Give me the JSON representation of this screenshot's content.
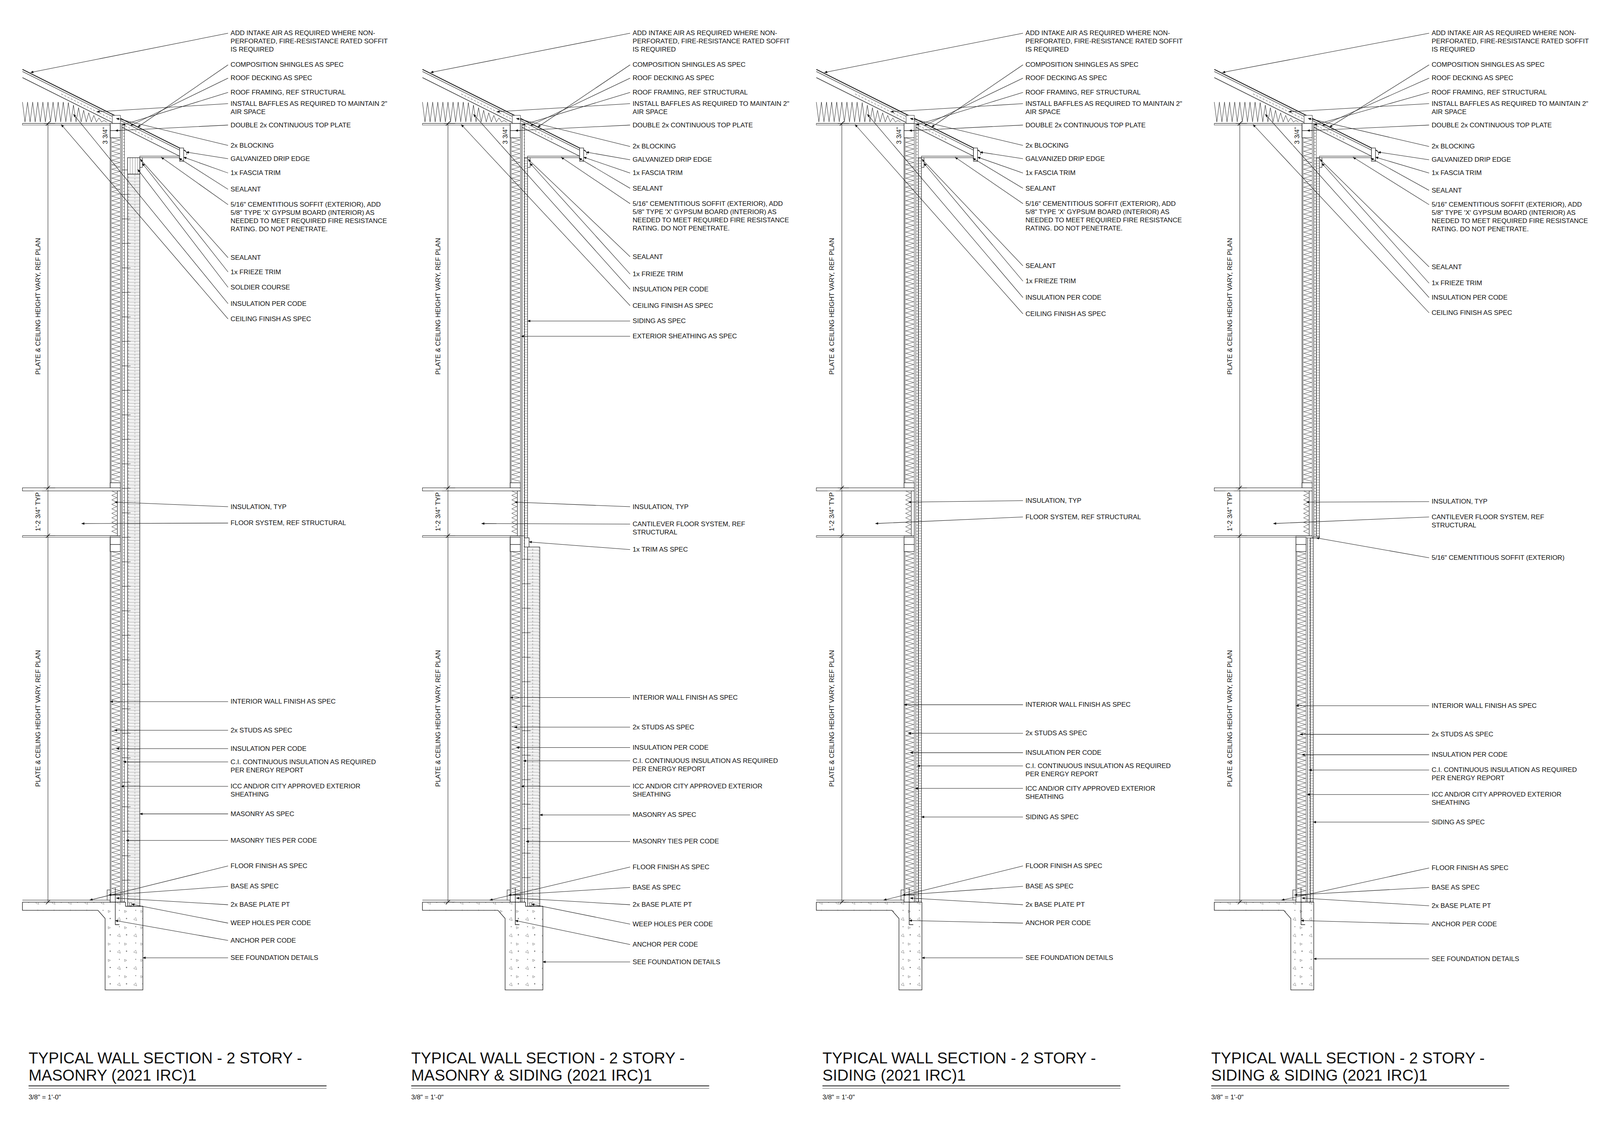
{
  "diagram": {
    "labels": [
      "ADD INTAKE AIR AS REQUIRED WHERE NON-PERFORATED, FIRE-RESISTANCE RATED SOFFIT IS REQUIRED",
      "COMPOSITION SHINGLES AS SPEC",
      "ROOF DECKING AS SPEC",
      "ROOF FRAMING, REF STRUCTURAL",
      "INSTALL BAFFLES AS REQUIRED TO MAINTAIN 2\" AIR SPACE",
      "DOUBLE 2x CONTINUOUS TOP PLATE",
      "2x BLOCKING",
      "GALVANIZED DRIP EDGE",
      "1x FASCIA TRIM",
      "SEALANT",
      "5/16\" CEMENTITIOUS SOFFIT (EXTERIOR), ADD 5/8\" TYPE 'X' GYPSUM BOARD (INTERIOR) AS NEEDED TO MEET REQUIRED FIRE RESISTANCE RATING. DO NOT PENETRATE.",
      "SEALANT",
      "1x FRIEZE TRIM",
      "SOLDIER COURSE",
      "INSULATION PER CODE",
      "CEILING FINISH AS SPEC",
      "INSULATION, TYP",
      "FLOOR SYSTEM, REF STRUCTURAL",
      "INTERIOR WALL FINISH AS SPEC",
      "2x STUDS AS SPEC",
      "INSULATION PER CODE",
      "C.I. CONTINUOUS INSULATION AS REQUIRED PER ENERGY REPORT",
      "ICC AND/OR CITY APPROVED EXTERIOR SHEATHING",
      "MASONRY AS SPEC",
      "MASONRY TIES PER CODE",
      "FLOOR FINISH AS SPEC",
      "BASE AS SPEC",
      "2x BASE PLATE PT",
      "WEEP HOLES PER CODE",
      "ANCHOR PER CODE",
      "SEE FOUNDATION DETAILS",
      "PLATE & CEILING HEIGHT VARY, REF PLAN",
      "PLATE & CEILING HEIGHT VARY, REF PLAN",
      "1'-2 3/4\" TYP",
      "3 3/4\"",
      "TYPICAL WALL SECTION - 2 STORY - MASONRY (2021 IRC)1",
      "3/8\" = 1'-0\"",
      "ADD INTAKE AIR AS REQUIRED WHERE NON-PERFORATED, FIRE-RESISTANCE RATED SOFFIT IS REQUIRED",
      "COMPOSITION SHINGLES AS SPEC",
      "ROOF DECKING AS SPEC",
      "ROOF FRAMING, REF STRUCTURAL",
      "INSTALL BAFFLES AS REQUIRED TO MAINTAIN 2\" AIR SPACE",
      "DOUBLE 2x CONTINUOUS TOP PLATE",
      "2x BLOCKING",
      "GALVANIZED DRIP EDGE",
      "1x FASCIA TRIM",
      "SEALANT",
      "5/16\" CEMENTITIOUS SOFFIT (EXTERIOR), ADD 5/8\" TYPE 'X' GYPSUM BOARD (INTERIOR) AS NEEDED TO MEET REQUIRED FIRE RESISTANCE RATING. DO NOT PENETRATE.",
      "SEALANT",
      "1x FRIEZE TRIM",
      "INSULATION PER CODE",
      "CEILING FINISH AS SPEC",
      "SIDING AS SPEC",
      "EXTERIOR SHEATHING AS SPEC",
      "INSULATION, TYP",
      "CANTILEVER FLOOR SYSTEM, REF STRUCTURAL",
      "1x TRIM AS SPEC",
      "INTERIOR WALL FINISH AS SPEC",
      "2x STUDS AS SPEC",
      "INSULATION PER CODE",
      "C.I. CONTINUOUS INSULATION AS REQUIRED PER ENERGY REPORT",
      "ICC AND/OR CITY APPROVED EXTERIOR SHEATHING",
      "MASONRY AS SPEC",
      "MASONRY TIES PER CODE",
      "FLOOR FINISH AS SPEC",
      "BASE AS SPEC",
      "2x BASE PLATE PT",
      "WEEP HOLES PER CODE",
      "ANCHOR PER CODE",
      "SEE FOUNDATION DETAILS",
      "PLATE & CEILING HEIGHT VARY, REF PLAN",
      "PLATE & CEILING HEIGHT VARY, REF PLAN",
      "1'-2 3/4\" TYP",
      "3 3/4\"",
      "TYPICAL WALL SECTION - 2 STORY - MASONRY & SIDING (2021 IRC)1",
      "3/8\" = 1'-0\"",
      "ADD INTAKE AIR AS REQUIRED WHERE NON-PERFORATED, FIRE-RESISTANCE RATED SOFFIT IS REQUIRED",
      "COMPOSITION SHINGLES AS SPEC",
      "ROOF DECKING AS SPEC",
      "ROOF FRAMING, REF STRUCTURAL",
      "INSTALL BAFFLES AS REQUIRED TO MAINTAIN 2\" AIR SPACE",
      "DOUBLE 2x CONTINUOUS TOP PLATE",
      "2x BLOCKING",
      "GALVANIZED DRIP EDGE",
      "1x FASCIA TRIM",
      "SEALANT",
      "5/16\" CEMENTITIOUS SOFFIT (EXTERIOR), ADD 5/8\" TYPE 'X' GYPSUM BOARD (INTERIOR) AS NEEDED TO MEET REQUIRED FIRE RESISTANCE RATING. DO NOT PENETRATE.",
      "SEALANT",
      "1x FRIEZE TRIM",
      "INSULATION PER CODE",
      "CEILING FINISH AS SPEC",
      "INSULATION, TYP",
      "FLOOR SYSTEM, REF STRUCTURAL",
      "INTERIOR WALL FINISH AS SPEC",
      "2x STUDS AS SPEC",
      "INSULATION PER CODE",
      "C.I. CONTINUOUS INSULATION AS REQUIRED PER ENERGY REPORT",
      "ICC AND/OR CITY APPROVED EXTERIOR SHEATHING",
      "SIDING AS SPEC",
      "FLOOR FINISH AS SPEC",
      "BASE AS SPEC",
      "2x BASE PLATE PT",
      "ANCHOR PER CODE",
      "SEE FOUNDATION DETAILS",
      "PLATE & CEILING HEIGHT VARY, REF PLAN",
      "PLATE & CEILING HEIGHT VARY, REF PLAN",
      "1'-2 3/4\" TYP",
      "3 3/4\"",
      "TYPICAL WALL SECTION - 2 STORY - SIDING (2021 IRC)1",
      "3/8\" = 1'-0\"",
      "ADD INTAKE AIR AS REQUIRED WHERE NON-PERFORATED, FIRE-RESISTANCE RATED SOFFIT IS REQUIRED",
      "COMPOSITION SHINGLES AS SPEC",
      "ROOF DECKING AS SPEC",
      "ROOF FRAMING, REF STRUCTURAL",
      "INSTALL BAFFLES AS REQUIRED TO MAINTAIN 2\" AIR SPACE",
      "DOUBLE 2x CONTINUOUS TOP PLATE",
      "2x BLOCKING",
      "GALVANIZED DRIP EDGE",
      "1x FASCIA TRIM",
      "SEALANT",
      "5/16\" CEMENTITIOUS SOFFIT (EXTERIOR), ADD 5/8\" TYPE 'X' GYPSUM BOARD (INTERIOR) AS NEEDED TO MEET REQUIRED FIRE RESISTANCE RATING. DO NOT PENETRATE.",
      "SEALANT",
      "1x FRIEZE TRIM",
      "INSULATION PER CODE",
      "CEILING FINISH AS SPEC",
      "INSULATION, TYP",
      "CANTILEVER FLOOR SYSTEM, REF STRUCTURAL",
      "5/16\" CEMENTITIOUS SOFFIT (EXTERIOR)",
      "INTERIOR WALL FINISH AS SPEC",
      "2x STUDS AS SPEC",
      "INSULATION PER CODE",
      "C.I. CONTINUOUS INSULATION AS REQUIRED PER ENERGY REPORT",
      "ICC AND/OR CITY APPROVED EXTERIOR SHEATHING",
      "SIDING AS SPEC",
      "FLOOR FINISH AS SPEC",
      "BASE AS SPEC",
      "2x BASE PLATE PT",
      "ANCHOR PER CODE",
      "SEE FOUNDATION DETAILS",
      "PLATE & CEILING HEIGHT VARY, REF PLAN",
      "PLATE & CEILING HEIGHT VARY, REF PLAN",
      "1'-2 3/4\" TYP",
      "3 3/4\"",
      "TYPICAL WALL SECTION - 2 STORY - SIDING & SIDING (2021 IRC)1",
      "3/8\" = 1'-0\""
    ]
  }
}
